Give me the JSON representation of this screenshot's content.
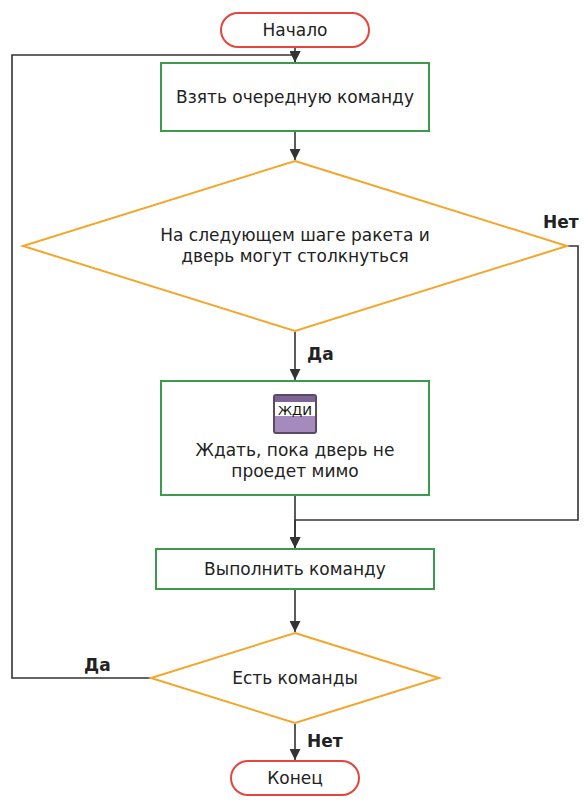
{
  "diagram": {
    "nodes": [
      {
        "text": [
          "Начало"
        ]
      },
      {
        "text": [
          "Взять очередную команду"
        ]
      },
      {
        "text": [
          "На следующем шаге ракета и дверь могут столкнуться"
        ]
      },
      {
        "text": [
          "Ждать, пока дверь не проедет мимо"
        ]
      },
      {
        "text": [
          "ЖДИ"
        ],
        "in": 3
      },
      {
        "text": [
          "Выполнить команду"
        ]
      },
      {
        "text": [
          "Есть команды"
        ]
      },
      {
        "text": [
          "Конец"
        ]
      }
    ],
    "edges": [
      {
        "from": 0,
        "to": 1,
        "arrow": "to"
      },
      {
        "from": 1,
        "to": 2,
        "arrow": "to"
      },
      {
        "from": 2,
        "to": 3,
        "label": "Да",
        "arrow": "to"
      },
      {
        "from": 2,
        "to": 5,
        "label": "Нет",
        "arrow": "to"
      },
      {
        "from": 3,
        "to": 5,
        "arrow": "to"
      },
      {
        "from": 5,
        "to": 6,
        "arrow": "to"
      },
      {
        "from": 6,
        "to": 1,
        "label": "Да",
        "arrow": "to"
      },
      {
        "from": 6,
        "to": 7,
        "label": "Нет",
        "arrow": "to"
      }
    ]
  }
}
